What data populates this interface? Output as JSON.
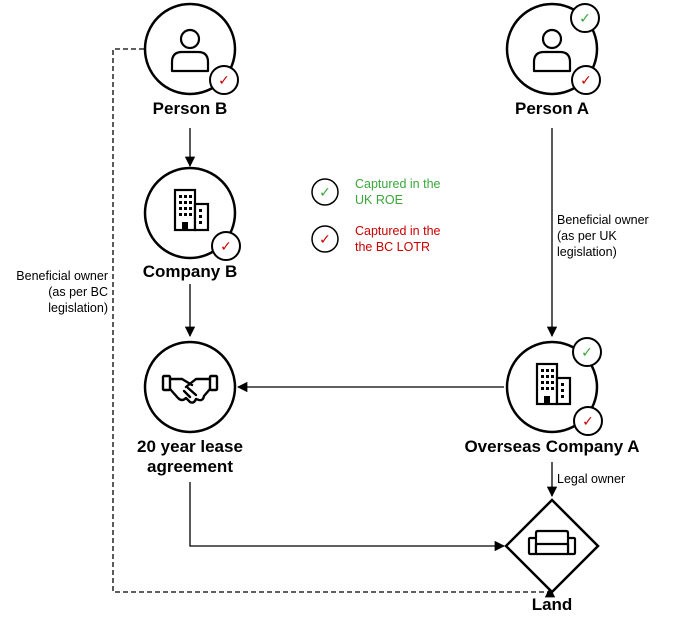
{
  "colors": {
    "uk_roe": "#3aa63a",
    "bc_lotr": "#cc0000",
    "line": "#000000"
  },
  "nodes": {
    "person_b": {
      "label": "Person B",
      "icon": "person-icon"
    },
    "person_a": {
      "label": "Person A",
      "icon": "person-icon"
    },
    "company_b": {
      "label": "Company B",
      "icon": "building-icon"
    },
    "lease": {
      "label_line1": "20 year lease",
      "label_line2": "agreement",
      "icon": "handshake-icon"
    },
    "overseas_a": {
      "label": "Overseas Company A",
      "icon": "building-icon"
    },
    "land": {
      "label": "Land",
      "icon": "sofa-icon"
    }
  },
  "edges": {
    "uk_beneficial": {
      "line1": "Beneficial owner",
      "line2": "(as per UK",
      "line3": "legislation)"
    },
    "bc_beneficial": {
      "line1": "Beneficial owner",
      "line2": "(as per BC",
      "line3": "legislation)"
    },
    "legal_owner": {
      "label": "Legal owner"
    }
  },
  "legend": {
    "uk_roe": {
      "symbol": "✓",
      "line1": "Captured in the",
      "line2": "UK ROE"
    },
    "bc_lotr": {
      "symbol": "✓",
      "line1": "Captured in the",
      "line2": "the BC LOTR"
    }
  },
  "badge_symbol": "✓"
}
